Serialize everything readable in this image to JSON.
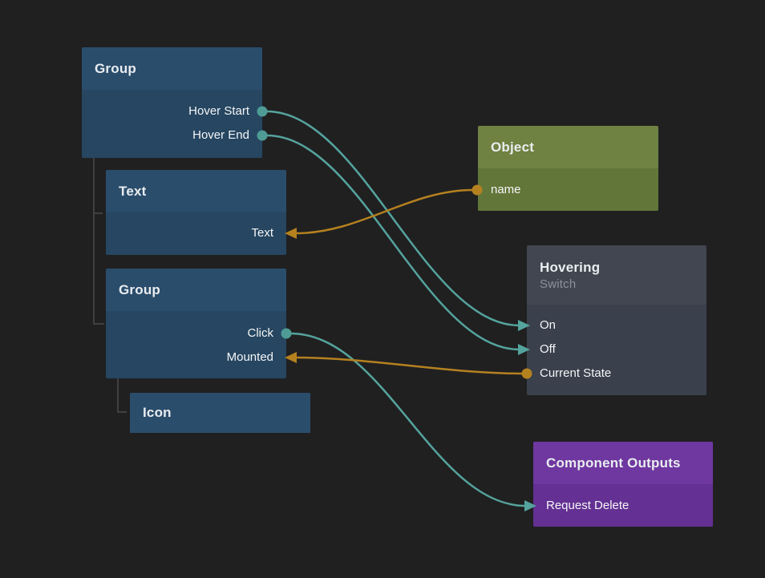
{
  "canvas": {
    "background": "#202021"
  },
  "colors": {
    "signal_connection_teal": "#55a39d",
    "data_connection_orange": "#b5811f",
    "blue_node_header": "#2b4d6c",
    "blue_node_body": "#264661",
    "green_node_header": "#6f8242",
    "green_node_body": "#637639",
    "dark_node_header": "#414650",
    "dark_node_body": "#3a404c",
    "purple_node_header": "#6f37a0",
    "purple_node_body": "#643093",
    "hierarchy_line_gray": "#4a4a4a"
  },
  "nodes": [
    {
      "title": "Group",
      "ports": [
        {
          "label": "Hover Start"
        },
        {
          "label": "Hover End"
        }
      ]
    },
    {
      "title": "Text",
      "ports": [
        {
          "label": "Text"
        }
      ]
    },
    {
      "title": "Group",
      "ports": [
        {
          "label": "Click"
        },
        {
          "label": "Mounted"
        }
      ]
    },
    {
      "title": "Icon",
      "ports": []
    },
    {
      "title": "Object",
      "ports": [
        {
          "label": "name"
        }
      ]
    },
    {
      "title": "Hovering",
      "subtitle": "Switch",
      "ports": [
        {
          "label": "On"
        },
        {
          "label": "Off"
        },
        {
          "label": "Current State"
        }
      ]
    },
    {
      "title": "Component Outputs",
      "ports": [
        {
          "label": "Request Delete"
        }
      ]
    }
  ],
  "connections": [
    {
      "from": "Group.Hover Start",
      "to": "Hovering.On",
      "type": "signal"
    },
    {
      "from": "Group.Hover End",
      "to": "Hovering.Off",
      "type": "signal"
    },
    {
      "from": "Object.name",
      "to": "Text.Text",
      "type": "data"
    },
    {
      "from": "Hovering.Current State",
      "to": "Group.Mounted",
      "type": "data"
    },
    {
      "from": "Group.Click",
      "to": "Component Outputs.Request Delete",
      "type": "signal"
    }
  ]
}
